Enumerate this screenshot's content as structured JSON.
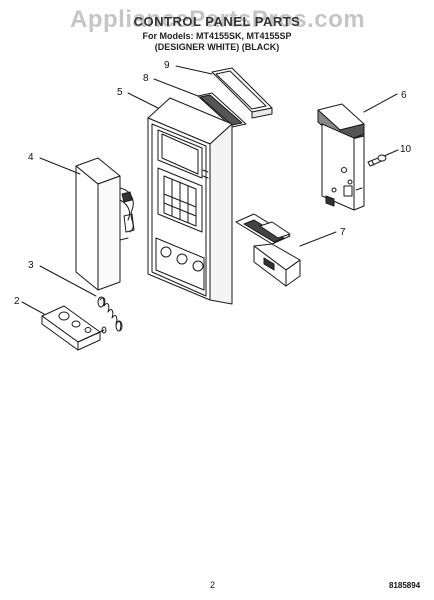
{
  "header": {
    "watermark": "AppliancePartsPros.com",
    "title": "CONTROL PANEL PARTS",
    "model_line": "For Models: MT4155SK, MT4155SP",
    "variant_line": "(DESIGNER WHITE) (BLACK)"
  },
  "callouts": [
    "9",
    "8",
    "5",
    "6",
    "4",
    "10",
    "7",
    "3",
    "2"
  ],
  "footer": {
    "page_number": "2",
    "diagram_code": "8185894"
  },
  "colors": {
    "line": "#1a1a1a",
    "watermark": "#969696"
  }
}
